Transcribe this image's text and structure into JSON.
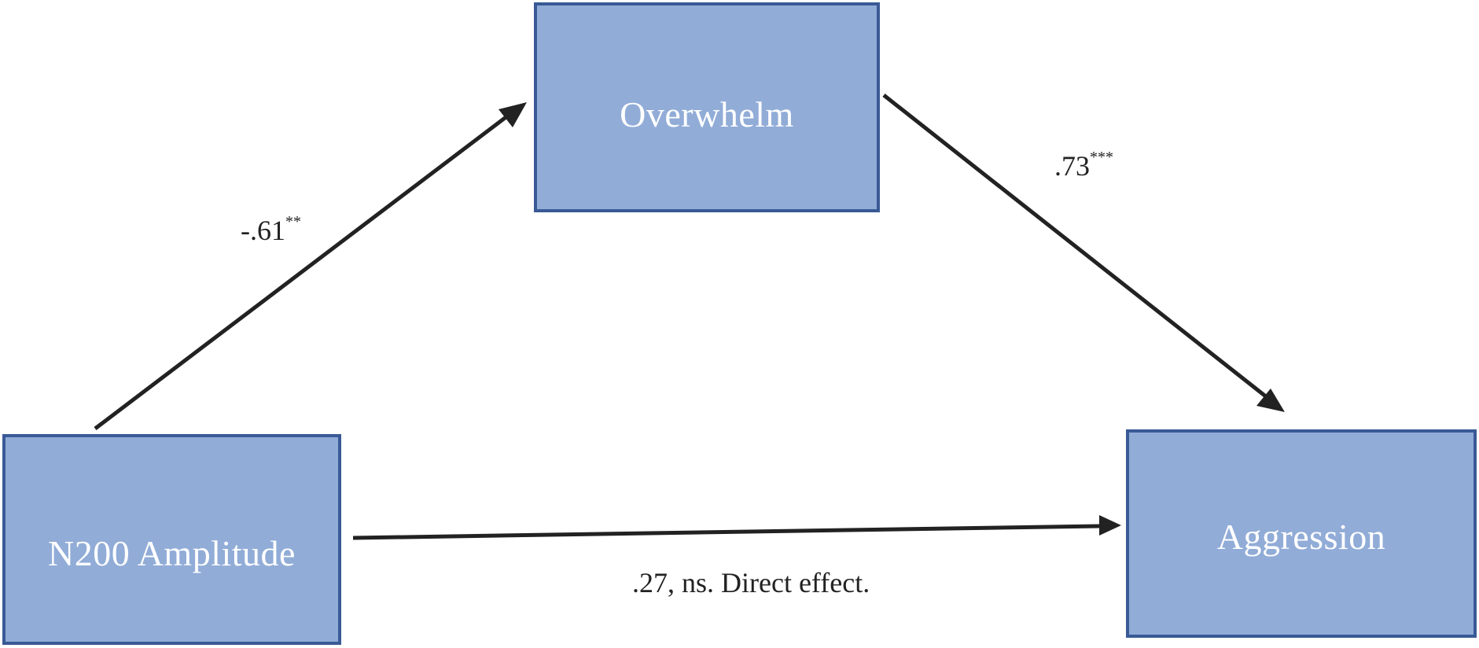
{
  "colors": {
    "node_fill": "#91acd7",
    "node_border": "#3a5a96",
    "arrow": "#222222",
    "node_text": "#ffffff",
    "label_text": "#222222"
  },
  "nodes": {
    "mediator": {
      "label": "Overwhelm"
    },
    "predictor": {
      "label": "N200 Amplitude"
    },
    "outcome": {
      "label": "Aggression"
    }
  },
  "paths": {
    "a": {
      "coefficient": "-.61",
      "significance": "**"
    },
    "b": {
      "coefficient": ".73",
      "significance": "***"
    },
    "c": {
      "label": ".27, ns. Direct effect."
    }
  }
}
